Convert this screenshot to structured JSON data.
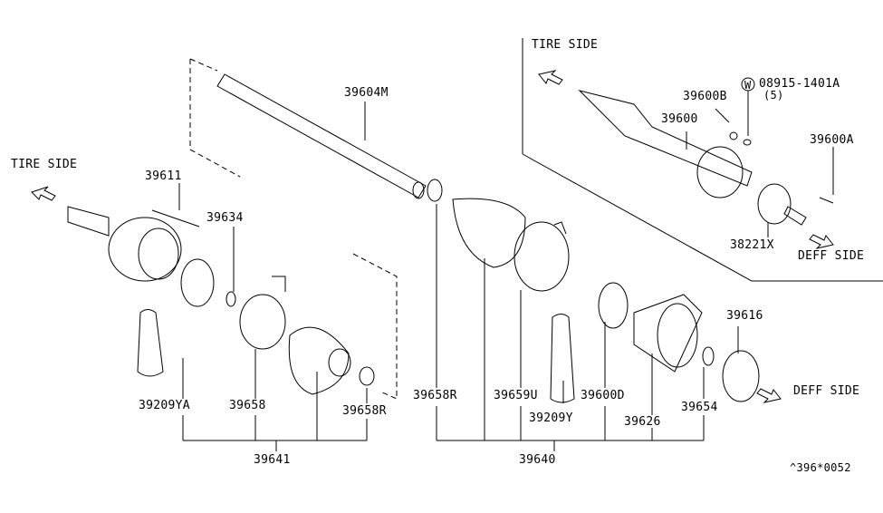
{
  "labels": {
    "tire_side_left": "TIRE SIDE",
    "tire_side_right": "TIRE SIDE",
    "deff_side_top": "DEFF SIDE",
    "deff_side_bottom": "DEFF SIDE",
    "p39611": "39611",
    "p39634": "39634",
    "p39604M": "39604M",
    "p39209YA": "39209YA",
    "p39658": "39658",
    "p39658R_left": "39658R",
    "p39641": "39641",
    "p39658R_mid": "39658R",
    "p39659U": "39659U",
    "p39209Y": "39209Y",
    "p39600D": "39600D",
    "p39626": "39626",
    "p39654": "39654",
    "p39616": "39616",
    "p39640": "39640",
    "p39600B": "39600B",
    "p39600": "39600",
    "washer_symbol": "W",
    "p08915": "08915-1401A",
    "qty5": "(5)",
    "p39600A": "39600A",
    "p38221X": "38221X",
    "diagram_code": "^396*0052"
  }
}
